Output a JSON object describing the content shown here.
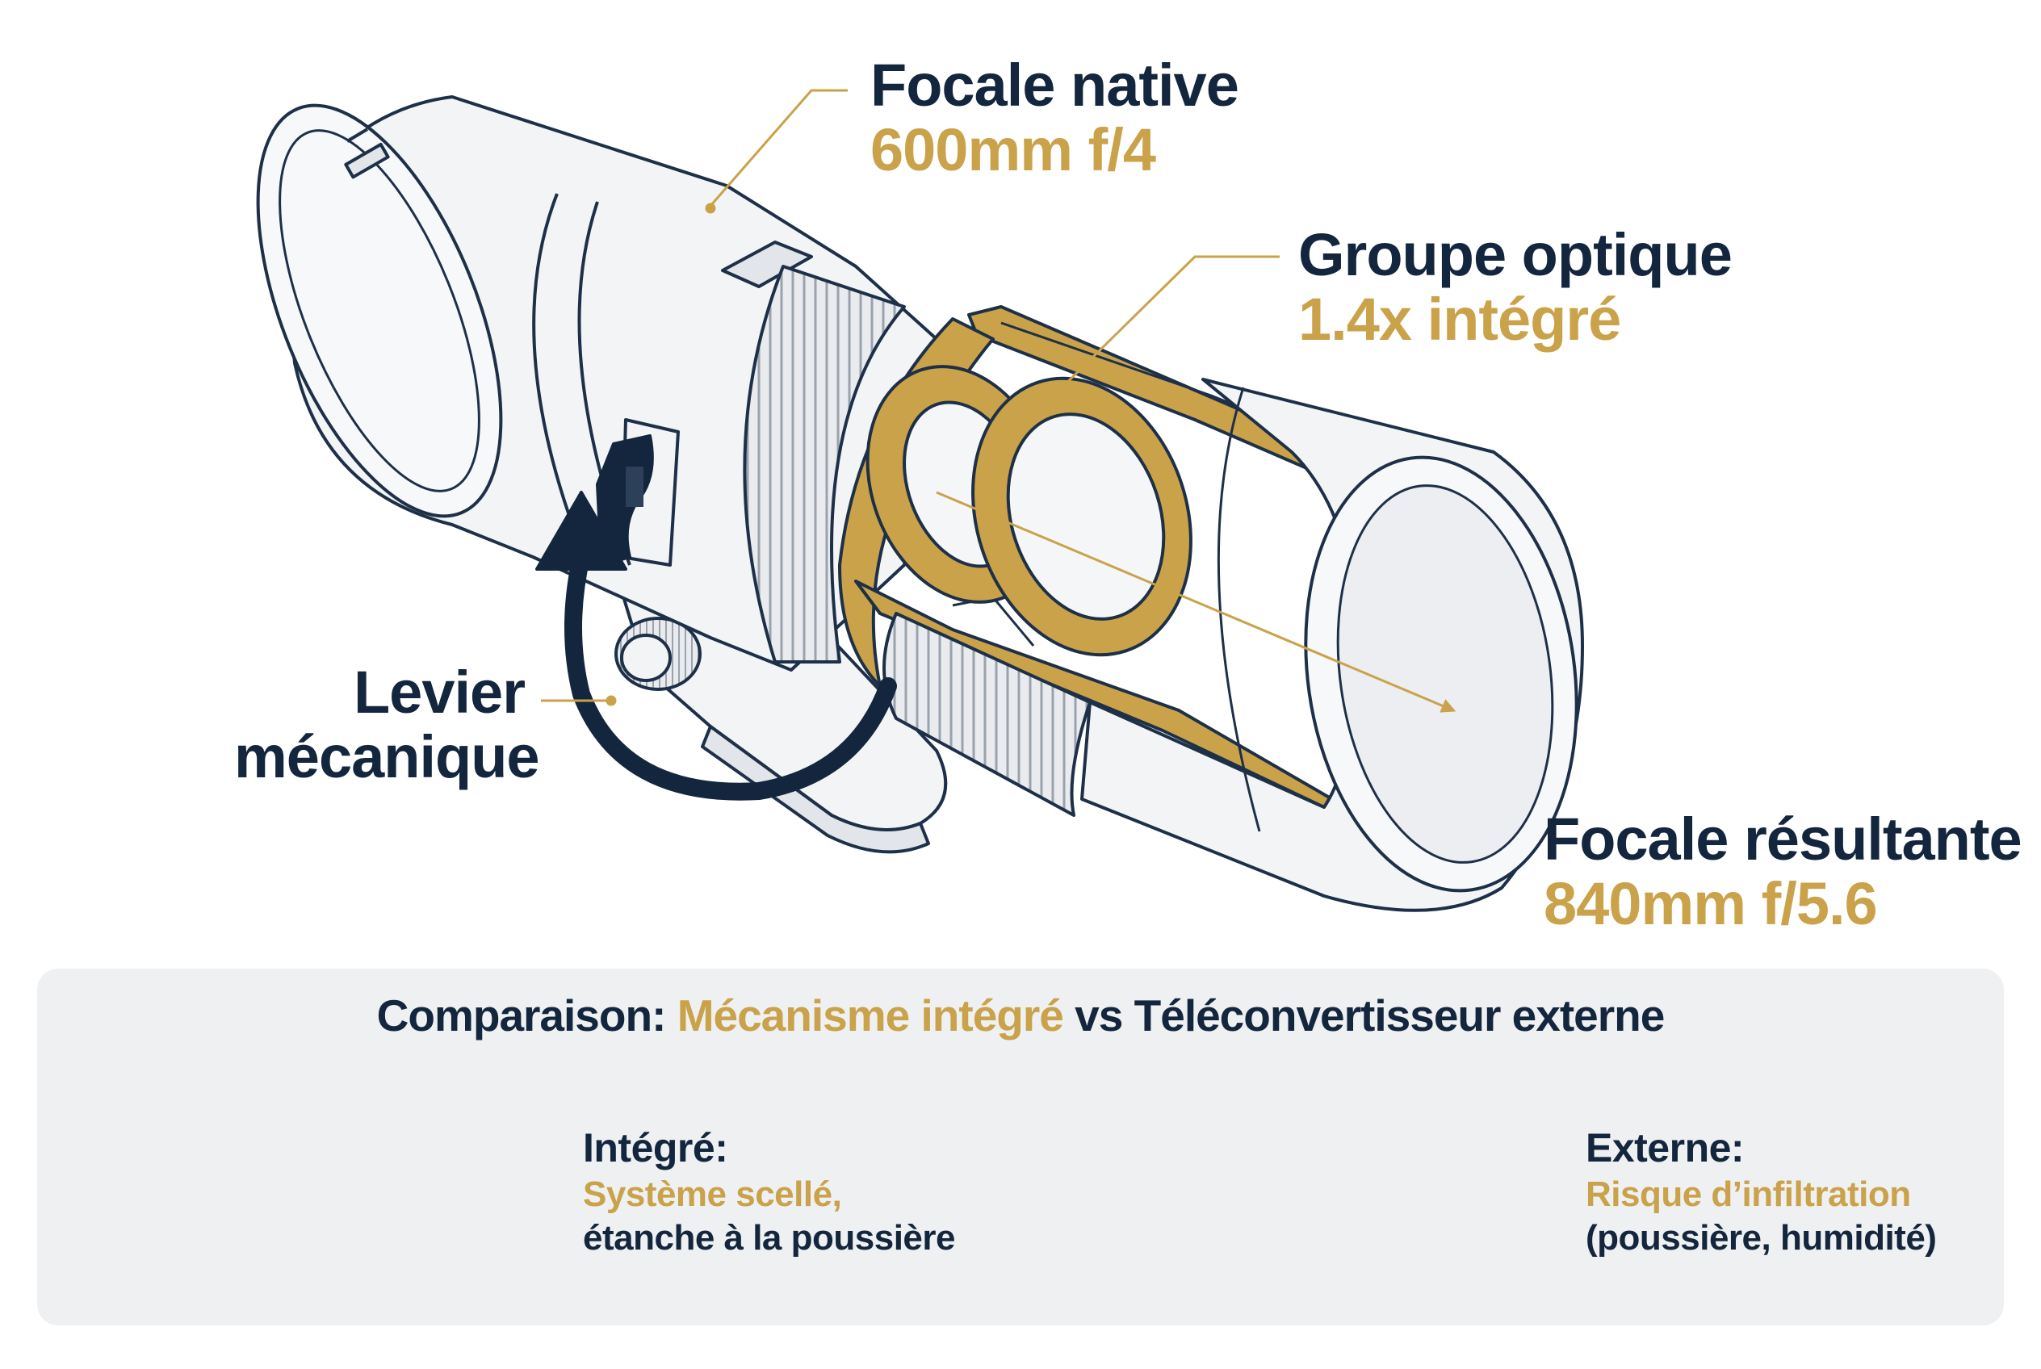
{
  "callouts": {
    "native": {
      "title": "Focale native",
      "value": "600mm f/4"
    },
    "optic": {
      "title": "Groupe optique",
      "value": "1.4x intégré"
    },
    "lever": {
      "line1": "Levier",
      "line2": "mécanique"
    },
    "result": {
      "title": "Focale résultante",
      "value": "840mm f/5.6"
    }
  },
  "comparison": {
    "prefix": "Comparaison: ",
    "highlight": "Mécanisme intégré",
    "suffix": " vs Téléconvertisseur externe",
    "integrated": {
      "head": "Intégré:",
      "line1": "Système scellé,",
      "line2": "étanche à la poussière"
    },
    "external": {
      "head": "Externe:",
      "line1": "Risque d’infiltration",
      "line2": "(poussière, humidité)"
    }
  },
  "colors": {
    "navy": "#14263d",
    "gold": "#c9a24a",
    "panel": "#eef0f2",
    "outline": "#1e3048",
    "body_fill": "#f3f4f6"
  },
  "icons": [
    "curved-arrow-icon",
    "dust-cloud-icon"
  ]
}
